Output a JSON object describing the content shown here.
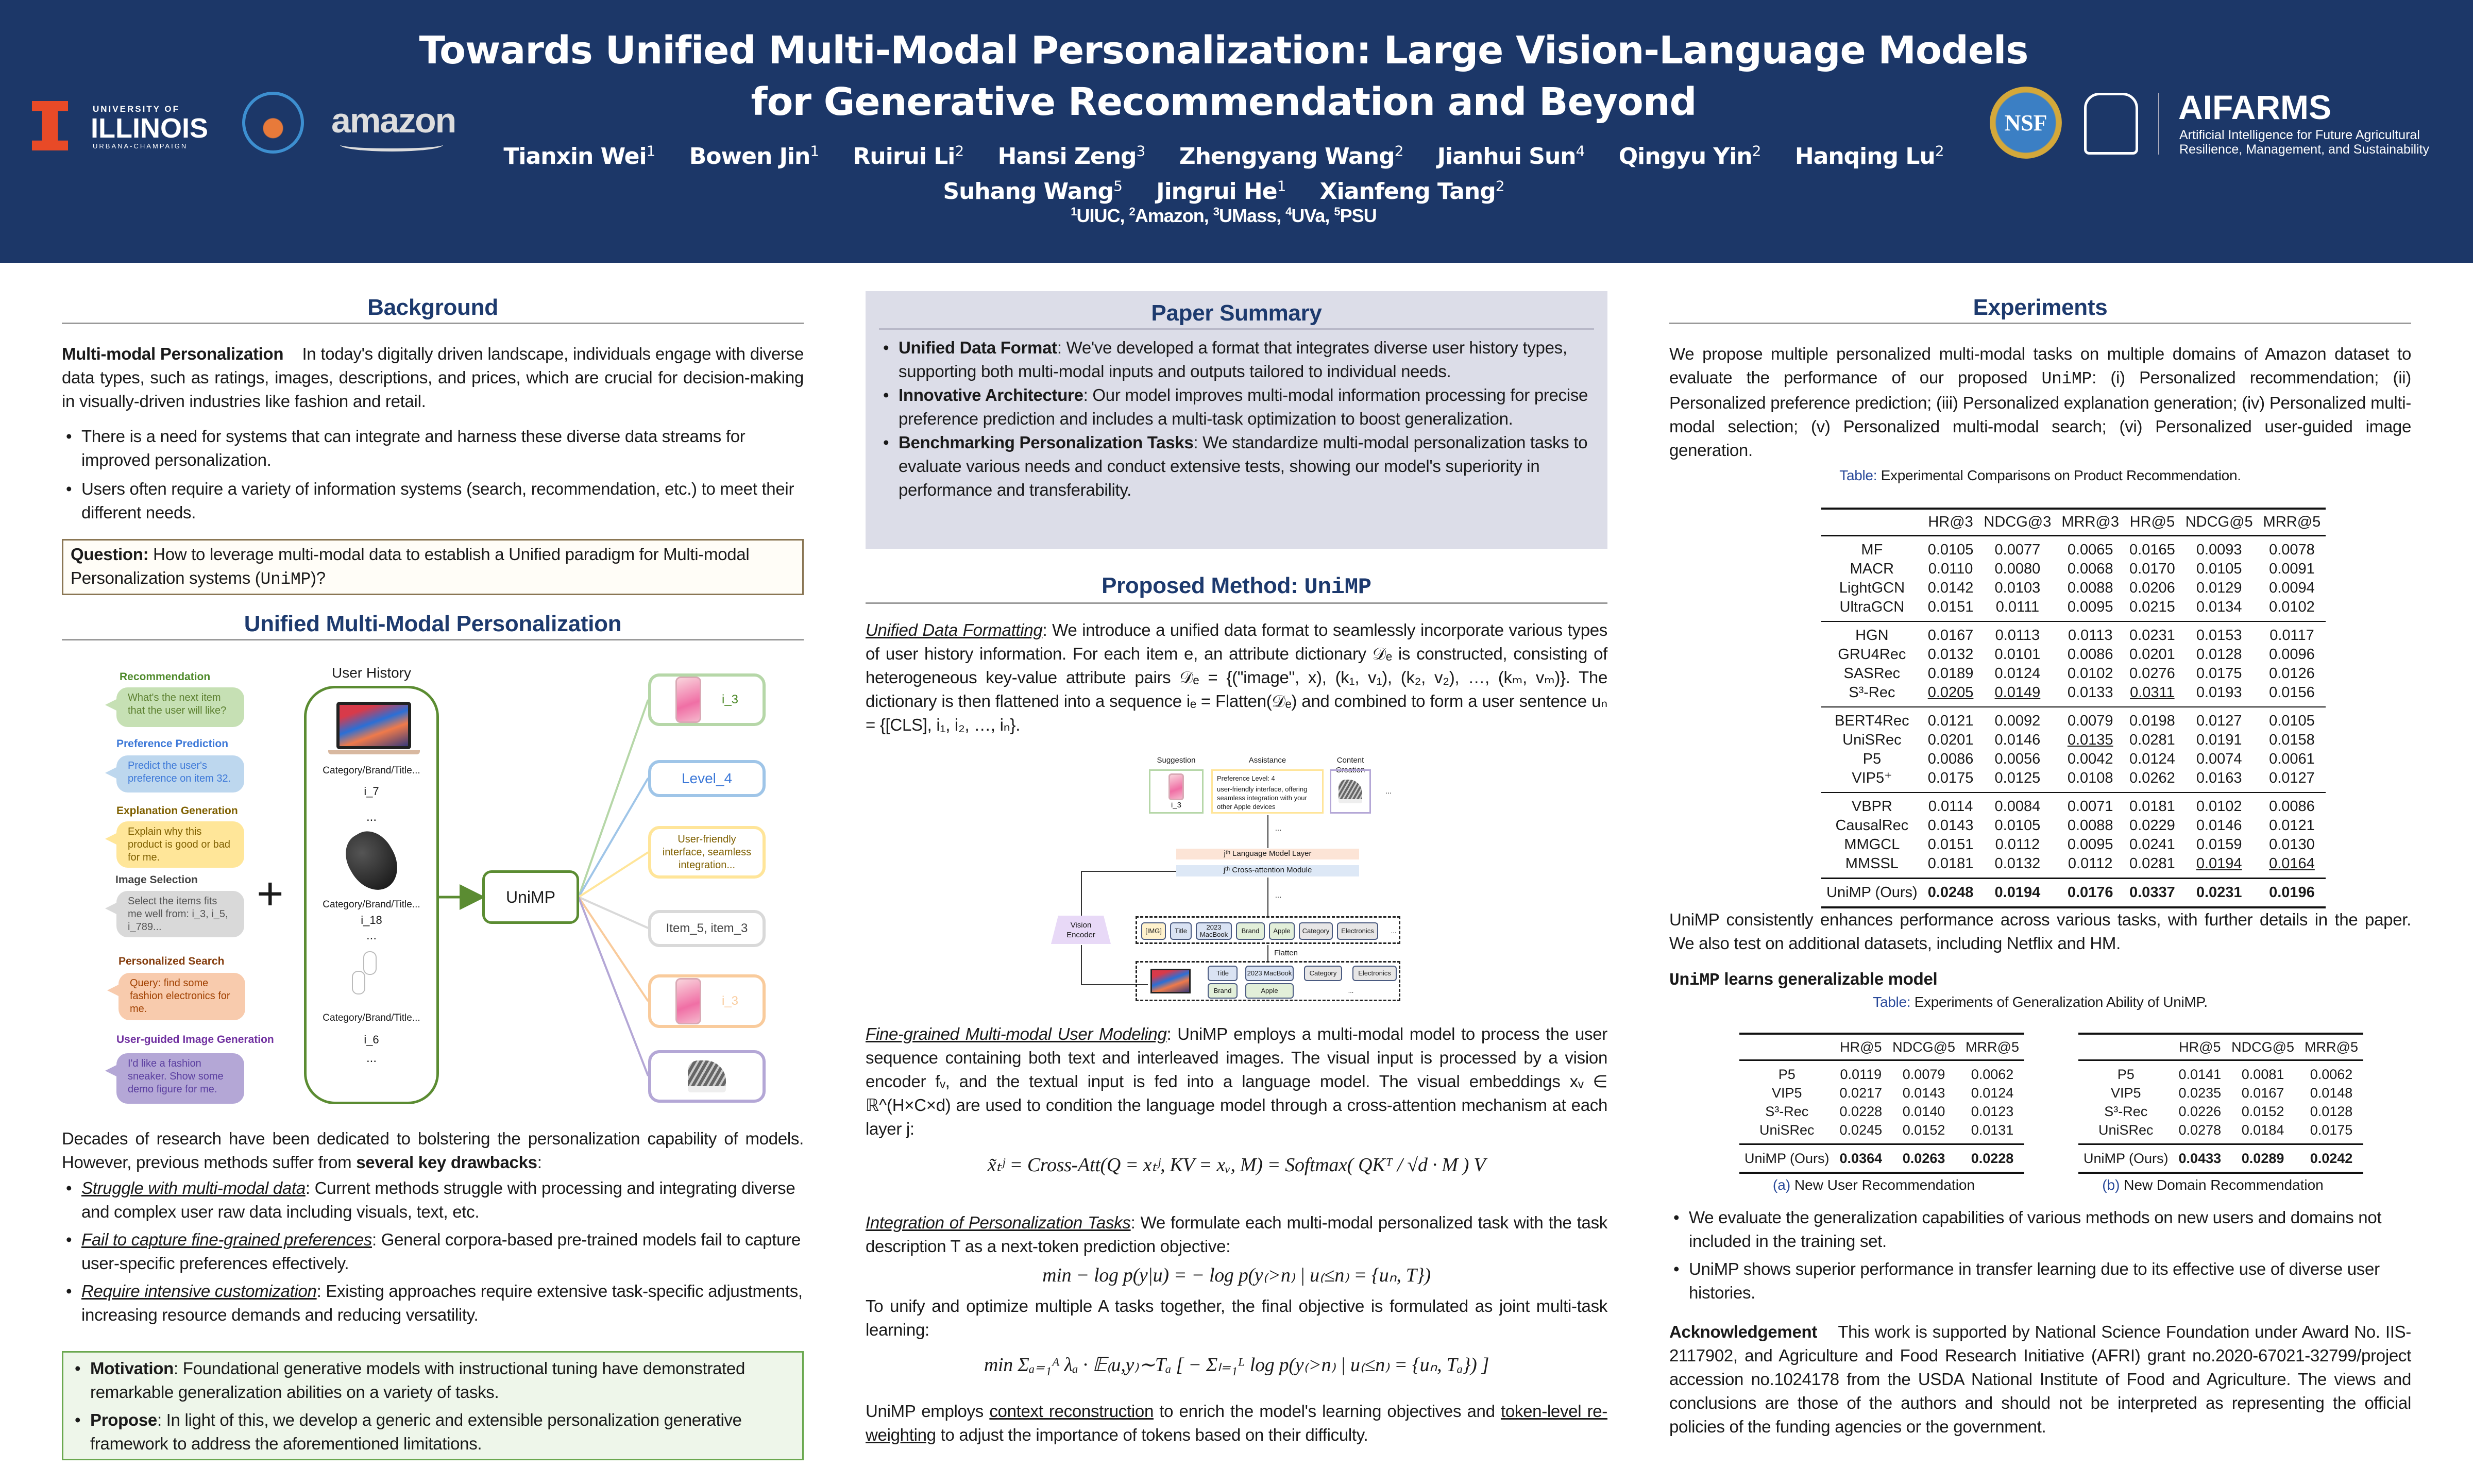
{
  "header": {
    "title_line1": "Towards Unified Multi-Modal Personalization: Large Vision-Language Models",
    "title_line2": "for Generative Recommendation and Beyond",
    "authors": [
      {
        "name": "Tianxin Wei",
        "sup": "1"
      },
      {
        "name": "Bowen Jin",
        "sup": "1"
      },
      {
        "name": "Ruirui Li",
        "sup": "2"
      },
      {
        "name": "Hansi Zeng",
        "sup": "3"
      },
      {
        "name": "Zhengyang Wang",
        "sup": "2"
      },
      {
        "name": "Jianhui Sun",
        "sup": "4"
      },
      {
        "name": "Qingyu Yin",
        "sup": "2"
      },
      {
        "name": "Hanqing Lu",
        "sup": "2"
      },
      {
        "name": "Suhang Wang",
        "sup": "5"
      },
      {
        "name": "Jingrui He",
        "sup": "1"
      },
      {
        "name": "Xianfeng Tang",
        "sup": "2"
      }
    ],
    "affiliations": [
      {
        "sup": "1",
        "name": "UIUC"
      },
      {
        "sup": "2",
        "name": "Amazon"
      },
      {
        "sup": "3",
        "name": "UMass"
      },
      {
        "sup": "4",
        "name": "UVa"
      },
      {
        "sup": "5",
        "name": "PSU"
      }
    ],
    "logos": {
      "illinois_top": "UNIVERSITY OF",
      "illinois_main": "ILLINOIS",
      "illinois_bottom": "URBANA-CHAMPAIGN",
      "amazon": "amazon",
      "nsf": "NSF",
      "aifarms": "AIFARMS",
      "aifarms_sub1": "Artificial Intelligence for Future Agricultural",
      "aifarms_sub2": "Resilience, Management, and Sustainability"
    }
  },
  "background": {
    "heading": "Background",
    "lead": "Multi-modal Personalization",
    "text": "In today's digitally driven landscape, individuals engage with diverse data types, such as ratings, images, descriptions, and prices, which are crucial for decision-making in visually-driven industries like fashion and retail.",
    "bullets": [
      "There is a need for systems that can integrate and harness these diverse data streams for improved personalization.",
      "Users often require a variety of information systems (search, recommendation, etc.) to meet their different needs."
    ],
    "question_label": "Question:",
    "question_text": "How to leverage multi-modal data to establish a Unified paradigm for Multi-modal Personalization systems (",
    "question_code": "UniMP",
    "question_end": ")?"
  },
  "ump": {
    "heading": "Unified Multi-Modal Personalization",
    "tasks": [
      {
        "label": "Recommendation",
        "prompt": "What's the next item that the user will like?"
      },
      {
        "label": "Preference Prediction",
        "prompt": "Predict the user's preference on item 32."
      },
      {
        "label": "Explanation Generation",
        "prompt": "Explain why this product is good or bad for me."
      },
      {
        "label": "Image Selection",
        "prompt": "Select the items fits me well from: i_3, i_5, i_789..."
      },
      {
        "label": "Personalized Search",
        "prompt": "Query: find some fashion electronics for me."
      },
      {
        "label": "User-guided Image Generation",
        "prompt": "I'd like a fashion sneaker. Show some demo figure for me."
      }
    ],
    "plus": "+",
    "history_title": "User History",
    "history_items": [
      {
        "meta": "Category/Brand/Title...",
        "id": "i_7",
        "image": "laptop"
      },
      {
        "meta": "Category/Brand/Title...",
        "id": "i_18",
        "image": "mouse"
      },
      {
        "meta": "Category/Brand/Title...",
        "id": "i_6",
        "image": "earbuds"
      }
    ],
    "ellipsis": "...",
    "model": "UniMP",
    "outputs": [
      "i_3",
      "Level_4",
      "User-friendly interface, seamless integration...",
      "Item_5, item_3",
      "i_3",
      ""
    ],
    "colors": {
      "green": "#b6d7a8",
      "blue": "#9fc5e8",
      "yellow": "#ffe599",
      "gray": "#d9d9d9",
      "orange": "#f9cb9c",
      "purple": "#b4a7d6",
      "arrow": "#5b8c32"
    }
  },
  "drawbacks": {
    "intro": "Decades of research have been dedicated to bolstering the personalization capability of models. However, previous methods suffer from ",
    "intro_bold": "several key drawbacks",
    "intro_end": ":",
    "items": [
      {
        "lead": "Struggle with multi-modal data",
        "text": ": Current methods struggle with processing and integrating diverse and complex user raw data including visuals, text, etc."
      },
      {
        "lead": "Fail to capture fine-grained preferences",
        "text": ": General corpora-based pre-trained models fail to capture user-specific preferences effectively."
      },
      {
        "lead": "Require intensive customization",
        "text": ": Existing approaches require extensive task-specific adjustments, increasing resource demands and reducing versatility."
      }
    ]
  },
  "motivation": [
    {
      "lead": "Motivation",
      "text": ": Foundational generative models with instructional tuning have demonstrated remarkable generalization abilities on a variety of tasks."
    },
    {
      "lead": "Propose",
      "text": ": In light of this, we develop a generic and extensible personalization generative framework to address the aforementioned limitations."
    }
  ],
  "summary": {
    "heading": "Paper Summary",
    "items": [
      {
        "lead": "Unified Data Format",
        "text": ": We've developed a format that integrates diverse user history types, supporting both multi-modal inputs and outputs tailored to individual needs."
      },
      {
        "lead": "Innovative Architecture",
        "text": ": Our model improves multi-modal information processing for precise preference prediction and includes a multi-task optimization to boost generalization."
      },
      {
        "lead": "Benchmarking Personalization Tasks",
        "text": ": We standardize multi-modal personalization tasks to evaluate various needs and conduct extensive tests, showing our model's superiority in performance and transferability."
      }
    ]
  },
  "method": {
    "heading": "Proposed Method: ",
    "heading_code": "UniMP",
    "p1_lead": "Unified Data Formatting",
    "p1": ": We introduce a unified data format to seamlessly incorporate various types of user history information. For each item e, an attribute dictionary 𝒟ₑ is constructed, consisting of heterogeneous key-value attribute pairs 𝒟ₑ = {(\"image\", x), (k₁, v₁), (k₂, v₂), …, (kₘ, vₘ)}. The dictionary is then flattened into a sequence iₑ = Flatten(𝒟ₑ) and combined to form a user sentence uₙ = {[CLS], i₁, i₂, …, iₙ}.",
    "figure": {
      "top_labels": [
        "Suggestion",
        "Assistance",
        "Content Creation"
      ],
      "suggestion_id": "i_3",
      "assist_title": "Preference Level: 4",
      "assist_text": "user-friendly interface, offering seamless integration with your other Apple devices",
      "dots": "...",
      "lm_layer": "jᵗʰ Language Model Layer",
      "cross_attn": "jᵗʰ Cross-attention Module",
      "vision_encoder": "Vision Encoder",
      "flatten": "Flatten",
      "tokens": [
        "[IMG]",
        "Title",
        "2023 MacBook",
        "Brand",
        "Apple",
        "Category",
        "Electronics"
      ],
      "dict_tokens": [
        "Title",
        "2023 MacBook",
        "Category",
        "Electronics",
        "Brand",
        "Apple"
      ]
    },
    "p2_lead": "Fine-grained Multi-modal User Modeling",
    "p2": ": UniMP employs a multi-modal model to process the user sequence containing both text and interleaved images. The visual input is processed by a vision encoder fᵥ, and the textual input is fed into a language model. The visual embeddings xᵥ ∈ ℝ^(H×C×d) are used to condition the language model through a cross-attention mechanism at each layer j:",
    "eq1": "x̃ₜʲ = Cross-Att(Q = xₜʲ, KV = xᵥ, M) = Softmax( QKᵀ / √d · M ) V",
    "p3_lead": "Integration of Personalization Tasks",
    "p3": ": We formulate each multi-modal personalized task with the task description T as a next-token prediction objective:",
    "eq2": "min − log p(y|u) = − log p(y₍>n₎ | u₍≤n₎ = {uₙ, T})",
    "p4": "To unify and optimize multiple A tasks together, the final objective is formulated as joint multi-task learning:",
    "eq3": "min Σₐ₌₁ᴬ λₐ · 𝔼₍u,y₎∼Tₐ [ − Σₗ₌₁ᴸ log p(y₍>n₎ | u₍≤n₎ = {uₙ, Tₐ}) ]",
    "p5_a": "UniMP employs ",
    "p5_u1": "context reconstruction",
    "p5_b": " to enrich the model's learning objectives and ",
    "p5_u2": "token-level re-weighting",
    "p5_c": " to adjust the importance of tokens based on their difficulty."
  },
  "experiments": {
    "heading": "Experiments",
    "p1_a": "We propose multiple personalized multi-modal tasks on multiple domains of Amazon dataset to evaluate the performance of our proposed ",
    "p1_code": "UniMP",
    "p1_b": ": (i) Personalized recommendation; (ii) Personalized preference prediction; (iii) Personalized explanation generation; (iv) Personalized multi-modal selection; (v) Personalized multi-modal search; (vi) Personalized user-guided image generation.",
    "table_caption_label": "Table:",
    "table_caption": " Experimental Comparisons on Product Recommendation.",
    "main_table": {
      "columns": [
        "",
        "HR@3",
        "NDCG@3",
        "MRR@3",
        "HR@5",
        "NDCG@5",
        "MRR@5"
      ],
      "groups": [
        [
          {
            "method": "MF",
            "values": [
              "0.0105",
              "0.0077",
              "0.0065",
              "0.0165",
              "0.0093",
              "0.0078"
            ]
          },
          {
            "method": "MACR",
            "values": [
              "0.0110",
              "0.0080",
              "0.0068",
              "0.0170",
              "0.0105",
              "0.0091"
            ]
          },
          {
            "method": "LightGCN",
            "values": [
              "0.0142",
              "0.0103",
              "0.0088",
              "0.0206",
              "0.0129",
              "0.0094"
            ]
          },
          {
            "method": "UltraGCN",
            "values": [
              "0.0151",
              "0.0111",
              "0.0095",
              "0.0215",
              "0.0134",
              "0.0102"
            ]
          }
        ],
        [
          {
            "method": "HGN",
            "values": [
              "0.0167",
              "0.0113",
              "0.0113",
              "0.0231",
              "0.0153",
              "0.0117"
            ]
          },
          {
            "method": "GRU4Rec",
            "values": [
              "0.0132",
              "0.0101",
              "0.0086",
              "0.0201",
              "0.0128",
              "0.0096"
            ]
          },
          {
            "method": "SASRec",
            "values": [
              "0.0189",
              "0.0124",
              "0.0102",
              "0.0276",
              "0.0175",
              "0.0126"
            ]
          },
          {
            "method": "S³-Rec",
            "values": [
              "0.0205",
              "0.0149",
              "0.0133",
              "0.0311",
              "0.0193",
              "0.0156"
            ],
            "underline": [
              0,
              1,
              3
            ]
          }
        ],
        [
          {
            "method": "BERT4Rec",
            "values": [
              "0.0121",
              "0.0092",
              "0.0079",
              "0.0198",
              "0.0127",
              "0.0105"
            ]
          },
          {
            "method": "UniSRec",
            "values": [
              "0.0201",
              "0.0146",
              "0.0135",
              "0.0281",
              "0.0191",
              "0.0158"
            ],
            "underline": [
              2
            ]
          },
          {
            "method": "P5",
            "values": [
              "0.0086",
              "0.0056",
              "0.0042",
              "0.0124",
              "0.0074",
              "0.0061"
            ]
          },
          {
            "method": "VIP5⁺",
            "values": [
              "0.0175",
              "0.0125",
              "0.0108",
              "0.0262",
              "0.0163",
              "0.0127"
            ]
          }
        ],
        [
          {
            "method": "VBPR",
            "values": [
              "0.0114",
              "0.0084",
              "0.0071",
              "0.0181",
              "0.0102",
              "0.0086"
            ]
          },
          {
            "method": "CausalRec",
            "values": [
              "0.0143",
              "0.0105",
              "0.0088",
              "0.0229",
              "0.0146",
              "0.0121"
            ]
          },
          {
            "method": "MMGCL",
            "values": [
              "0.0151",
              "0.0112",
              "0.0095",
              "0.0241",
              "0.0159",
              "0.0130"
            ]
          },
          {
            "method": "MMSSL",
            "values": [
              "0.0181",
              "0.0132",
              "0.0112",
              "0.0281",
              "0.0194",
              "0.0164"
            ],
            "underline": [
              4,
              5
            ]
          }
        ],
        [
          {
            "method": "UniMP (Ours)",
            "values": [
              "0.0248",
              "0.0194",
              "0.0176",
              "0.0337",
              "0.0231",
              "0.0196"
            ],
            "bold": true
          }
        ]
      ]
    },
    "p2": "UniMP consistently enhances performance across various tasks, with further details in the paper. We also test on additional datasets, including Netflix and HM.",
    "sub_code": "UniMP",
    "sub_text": " learns generalizable model",
    "gen_caption_label": "Table:",
    "gen_caption": " Experiments of Generalization Ability of UniMP.",
    "gen_tables": [
      {
        "tag": "(a)",
        "caption": " New User Recommendation",
        "columns": [
          "",
          "HR@5",
          "NDCG@5",
          "MRR@5"
        ],
        "groups": [
          [
            {
              "method": "P5",
              "values": [
                "0.0119",
                "0.0079",
                "0.0062"
              ]
            },
            {
              "method": "VIP5",
              "values": [
                "0.0217",
                "0.0143",
                "0.0124"
              ]
            },
            {
              "method": "S³-Rec",
              "values": [
                "0.0228",
                "0.0140",
                "0.0123"
              ]
            },
            {
              "method": "UniSRec",
              "values": [
                "0.0245",
                "0.0152",
                "0.0131"
              ]
            }
          ],
          [
            {
              "method": "UniMP (Ours)",
              "values": [
                "0.0364",
                "0.0263",
                "0.0228"
              ],
              "bold": true
            }
          ]
        ]
      },
      {
        "tag": "(b)",
        "caption": " New Domain Recommendation",
        "columns": [
          "",
          "HR@5",
          "NDCG@5",
          "MRR@5"
        ],
        "groups": [
          [
            {
              "method": "P5",
              "values": [
                "0.0141",
                "0.0081",
                "0.0062"
              ]
            },
            {
              "method": "VIP5",
              "values": [
                "0.0235",
                "0.0167",
                "0.0148"
              ]
            },
            {
              "method": "S³-Rec",
              "values": [
                "0.0226",
                "0.0152",
                "0.0128"
              ]
            },
            {
              "method": "UniSRec",
              "values": [
                "0.0278",
                "0.0184",
                "0.0175"
              ]
            }
          ],
          [
            {
              "method": "UniMP (Ours)",
              "values": [
                "0.0433",
                "0.0289",
                "0.0242"
              ],
              "bold": true
            }
          ]
        ]
      }
    ],
    "bullets": [
      "We evaluate the generalization capabilities of various methods on new users and domains not included in the training set.",
      "UniMP shows superior performance in transfer learning due to its effective use of diverse user histories."
    ],
    "ack_lead": "Acknowledgement",
    "ack_text": "This work is supported by National Science Foundation under Award No. IIS-2117902, and Agriculture and Food Research Initiative (AFRI) grant no.2020-67021-32799/project accession no.1024178 from the USDA National Institute of Food and Agriculture. The views and conclusions are those of the authors and should not be interpreted as representing the official policies of the funding agencies or the government."
  },
  "colors": {
    "header_bg": "#1c3768",
    "heading": "#1d3a6e",
    "summary_bg": "#dcdde8",
    "motivation_border": "#6aa84f",
    "illinois_orange": "#e84a27",
    "caption_blue": "#2a4a9a"
  }
}
